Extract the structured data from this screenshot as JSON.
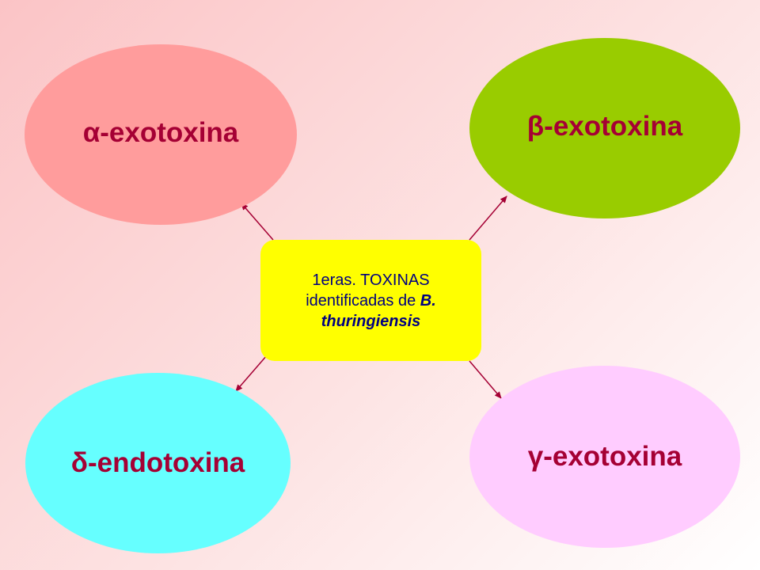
{
  "colors": {
    "alpha": "#ff9c9c",
    "beta": "#99cc00",
    "delta": "#66ffff",
    "gamma": "#ffccff",
    "center": "#ffff00",
    "arrow": "#a50034"
  },
  "center": {
    "line1": "1eras. TOXINAS",
    "line2_prefix": "identificadas de ",
    "line2_binomial": "B.",
    "line3_binomial": "thuringiensis"
  },
  "nodes": {
    "alpha": "α-exotoxina",
    "beta": "β-exotoxina",
    "delta": "δ-endotoxina",
    "gamma": "γ-exotoxina"
  }
}
